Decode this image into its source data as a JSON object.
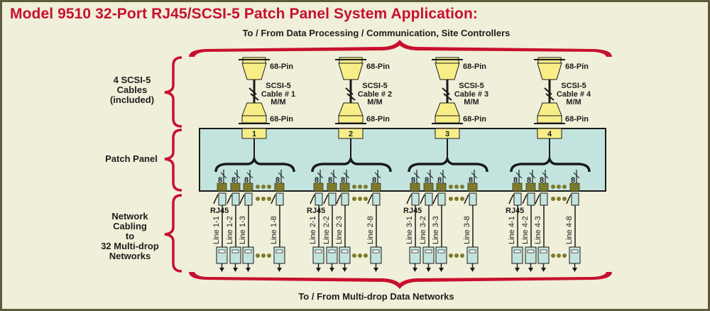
{
  "title": "Model 9510 32-Port RJ45/SCSI-5 Patch Panel System Application:",
  "top_caption": "To / From Data Processing / Communication, Site Controllers",
  "bottom_caption": "To / From Multi-drop Data Networks",
  "side_labels": {
    "cables": [
      "4 SCSI-5",
      "Cables",
      "(included)"
    ],
    "panel": [
      "Patch Panel"
    ],
    "network": [
      "Network",
      "Cabling",
      "to",
      "32 Multi-drop",
      "Networks"
    ]
  },
  "connector_label": "68-Pin",
  "cable_label_line1": "SCSI-5",
  "cable_label_line3": "M/M",
  "rj45_label": "RJ45",
  "port_wire_count": "8",
  "groups": [
    {
      "port": "1",
      "cable": "Cable # 1",
      "lines": [
        "Line 1-1",
        "Line 1-2",
        "Line 1-3",
        "Line 1-8"
      ]
    },
    {
      "port": "2",
      "cable": "Cable # 2",
      "lines": [
        "Line 2-1",
        "Line 2-2",
        "Line 2-3",
        "Line 2-8"
      ]
    },
    {
      "port": "3",
      "cable": "Cable # 3",
      "lines": [
        "Line 3-1",
        "Line 3-2",
        "Line 3-3",
        "Line 3-8"
      ]
    },
    {
      "port": "4",
      "cable": "Cable # 4",
      "lines": [
        "Line 4-1",
        "Line 4-2",
        "Line 4-3",
        "Line 4-8"
      ]
    }
  ],
  "colors": {
    "title": "#c8102e",
    "brace": "#c8102e",
    "panel_fill": "#c3e4de",
    "connector_fill": "#f8ee88",
    "port_fill": "#7e7a2c",
    "rj45_fill": "#c3e4de",
    "background": "#f0efd9",
    "border": "#5d5b3a"
  }
}
